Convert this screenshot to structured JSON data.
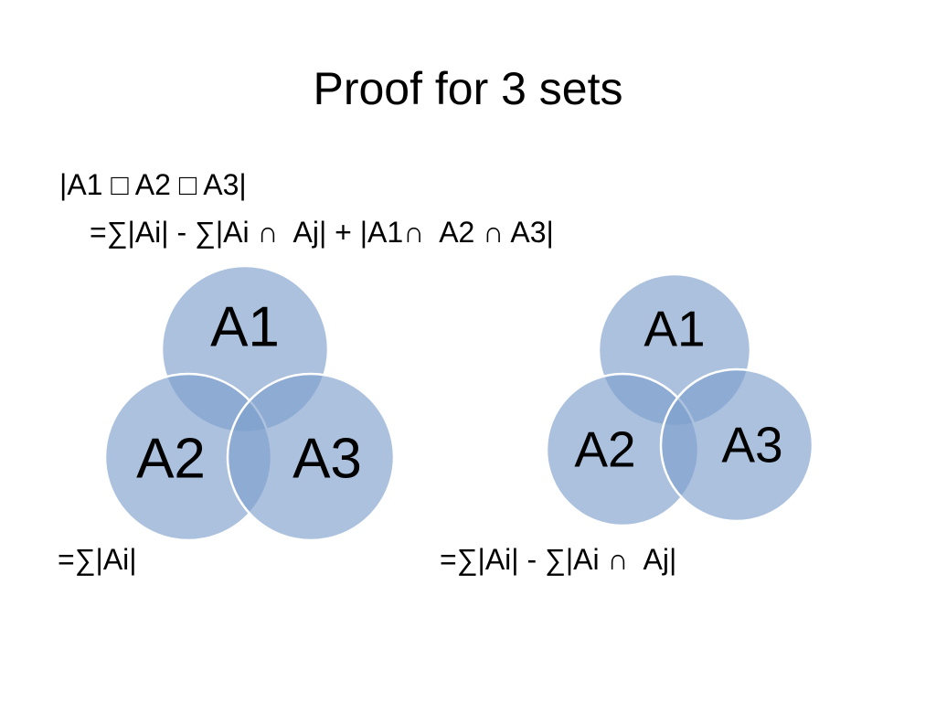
{
  "slide": {
    "title": "Proof for 3 sets",
    "formula_line1": "|A1 □ A2 □ A3|",
    "formula_line2": "=∑|Ai| - ∑|Ai ∩  Aj| + |A1∩  A2 ∩ A3|"
  },
  "diagrams": {
    "left": {
      "labels": [
        "A1",
        "A2",
        "A3"
      ],
      "caption": "=∑|Ai|"
    },
    "right": {
      "labels": [
        "A1",
        "A2",
        "A3"
      ],
      "caption": "=∑|Ai| - ∑|Ai ∩  Aj|"
    }
  },
  "colors": {
    "circle_fill": "#7E9FCC",
    "circle_stroke": "#FFFFFF",
    "text": "#000000",
    "background": "#FFFFFF"
  }
}
